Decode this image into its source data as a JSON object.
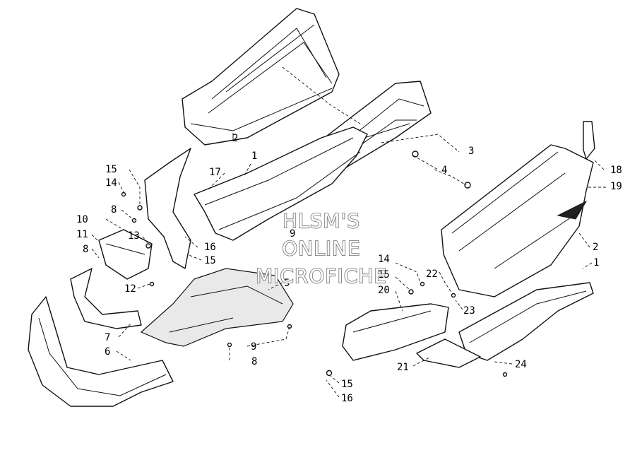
{
  "diagram": {
    "callouts": [
      "1",
      "1",
      "2",
      "2",
      "3",
      "4",
      "5",
      "6",
      "7",
      "8",
      "8",
      "8",
      "9",
      "9",
      "10",
      "11",
      "12",
      "13",
      "14",
      "14",
      "15",
      "15",
      "15",
      "15",
      "16",
      "16",
      "17",
      "18",
      "19",
      "20",
      "21",
      "22",
      "23",
      "24"
    ]
  },
  "watermark": {
    "line1": "HLSM'S",
    "line2": "ONLINE",
    "line3": "MICROFICHE"
  }
}
